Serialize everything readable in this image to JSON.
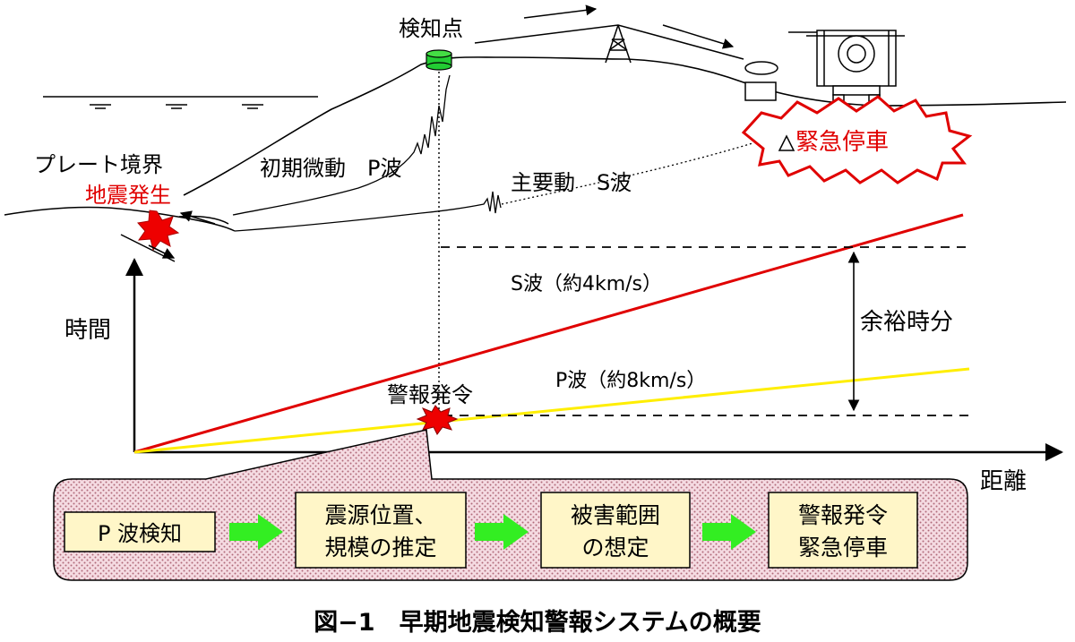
{
  "labels": {
    "detection_point": "検知点",
    "plate_boundary": "プレート境界",
    "quake_occurrence": "地震発生",
    "initial_tremor": "初期微動　P波",
    "main_tremor": "主要動　S波",
    "emergency_stop": "緊急停車",
    "time_axis": "時間",
    "distance_axis": "距離",
    "s_wave": "S波（約4km/s）",
    "p_wave": "P波（約8km/s）",
    "margin_time": "余裕時分",
    "alarm_issued": "警報発令"
  },
  "flow": [
    {
      "lines": [
        "P 波検知"
      ]
    },
    {
      "lines": [
        "震源位置、",
        "規模の推定"
      ]
    },
    {
      "lines": [
        "被害範囲",
        "の想定"
      ]
    },
    {
      "lines": [
        "警報発令",
        "緊急停車"
      ]
    }
  ],
  "caption": "図−1　早期地震検知警報システムの概要",
  "colors": {
    "s_wave_line": "#e00000",
    "p_wave_line": "#ffee00",
    "arrow_green": "#33ee22",
    "flow_box_fill": "#fff6c8",
    "flow_panel_fill": "#f4d4dc",
    "burst": "#e00000",
    "detector": "#22cc33"
  }
}
